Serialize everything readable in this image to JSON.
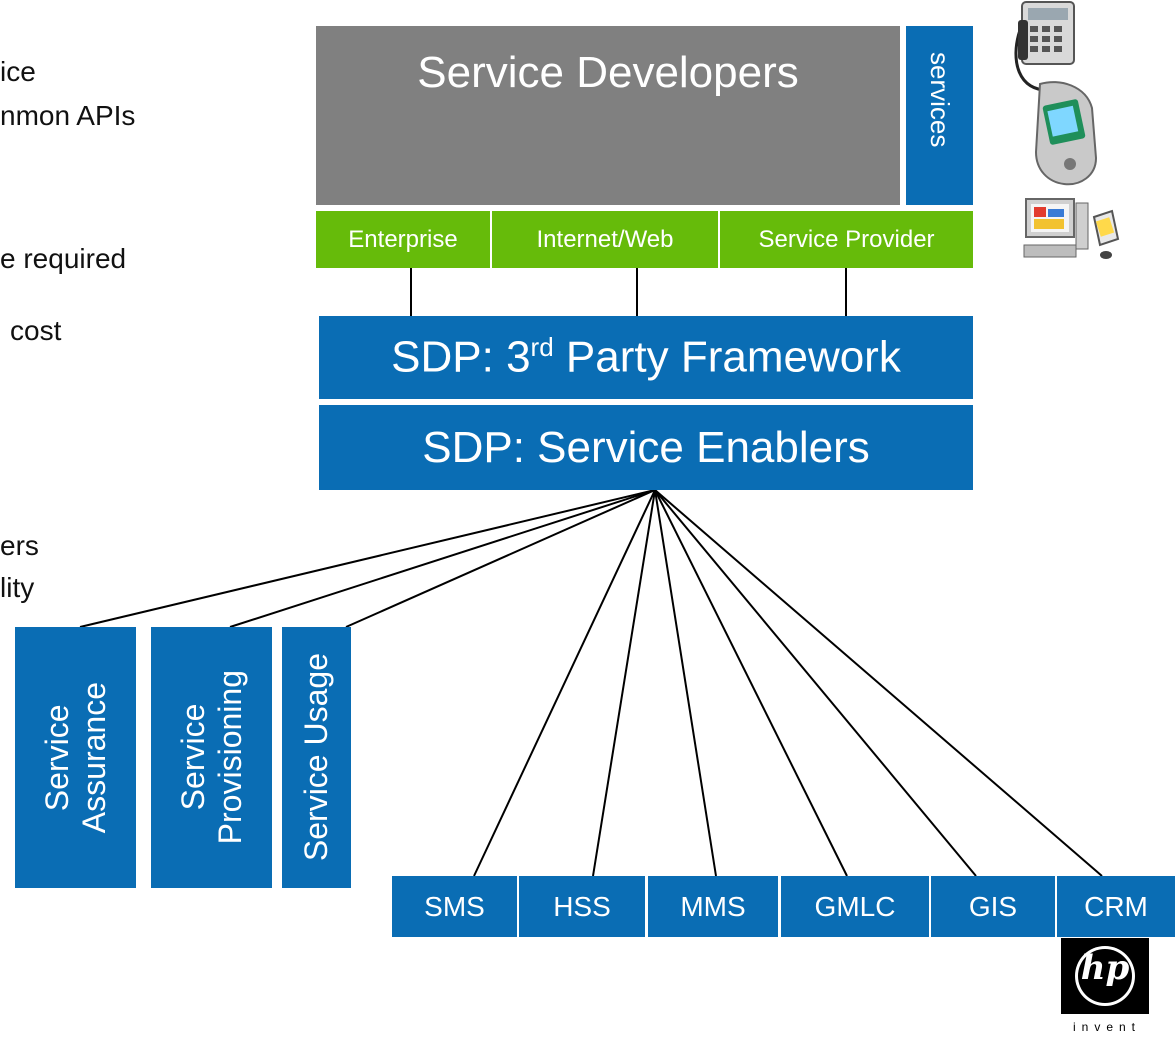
{
  "left_text": {
    "line1": "ice",
    "line2": "nmon APIs",
    "line3": "e required",
    "line4": "cost",
    "line5": "ers",
    "line6": "lity"
  },
  "service_developers": {
    "label": "Service Developers"
  },
  "services_tab": {
    "label": "services"
  },
  "green_bar": [
    "Enterprise",
    "Internet/Web",
    "Service Provider"
  ],
  "framework": {
    "prefix": "SDP: 3",
    "sup": "rd",
    "suffix": " Party Framework"
  },
  "enablers": {
    "label": "SDP: Service Enablers"
  },
  "oss_boxes": [
    {
      "line1": "Service",
      "line2": "Assurance"
    },
    {
      "line1": "Service",
      "line2": "Provisioning"
    },
    {
      "line1": "Service Usage",
      "line2": ""
    }
  ],
  "enabler_boxes": [
    "SMS",
    "HSS",
    "MMS",
    "GMLC",
    "GIS",
    "CRM"
  ],
  "logo": {
    "mark": "hp",
    "tagline": "invent"
  },
  "colors": {
    "blue": "#0a6db4",
    "gray": "#808080",
    "green": "#66bb0a"
  },
  "icons": [
    "desk-phone-icon",
    "pda-phone-icon",
    "desktop-computer-icon"
  ]
}
